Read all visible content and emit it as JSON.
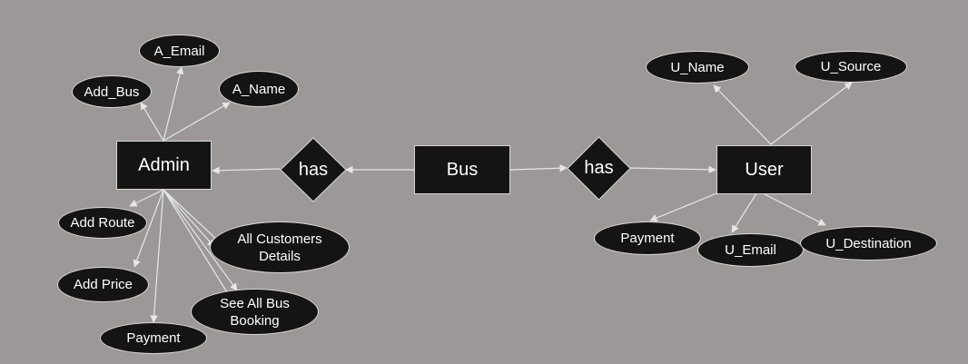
{
  "colors": {
    "background": "#9d9898",
    "shape_fill": "#141414",
    "shape_stroke": "#d8d8d8",
    "connector": "#e6e6e6",
    "text": "#ffffff"
  },
  "entities": {
    "admin": "Admin",
    "bus": "Bus",
    "user": "User"
  },
  "relationships": {
    "has_left": "has",
    "has_right": "has"
  },
  "admin_attributes": {
    "add_bus": "Add_Bus",
    "a_email": "A_Email",
    "a_name": "A_Name",
    "add_route": "Add Route",
    "add_price": "Add Price",
    "payment": "Payment",
    "all_customers": "All  Customers\nDetails",
    "see_all_bus": "See All Bus\nBooking"
  },
  "user_attributes": {
    "u_name": "U_Name",
    "u_source": "U_Source",
    "payment": "Payment",
    "u_email": "U_Email",
    "u_destination": "U_Destination"
  }
}
